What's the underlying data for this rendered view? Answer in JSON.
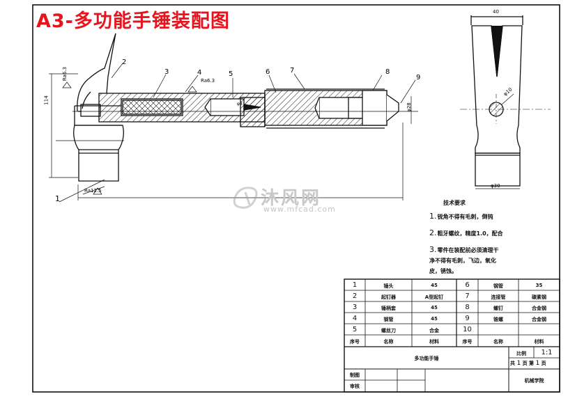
{
  "drawing": {
    "title": "A3-多功能手锤装配图",
    "balloons": [
      "1",
      "2",
      "3",
      "4",
      "5",
      "6",
      "7",
      "8",
      "9"
    ],
    "dimensions": {
      "width_top": "40",
      "height": "114",
      "diameter_bore": "φ10",
      "diameter_bottom": "φ30",
      "diameter_tip": "φ28",
      "roughness_1": "Ra6.3",
      "roughness_2": "Ra6.3",
      "roughness_3": "Ra12.5",
      "small_dim": "φ8"
    }
  },
  "watermark": {
    "brand": "沐风网",
    "url": "www.mfcad.com"
  },
  "requirements": {
    "title": "技术要求",
    "items": [
      {
        "num": "1.",
        "text": "锐角不得有毛刺，倒钝"
      },
      {
        "num": "2.",
        "text": "粗牙螺纹，精度1.0，配合"
      },
      {
        "num": "3.",
        "text": "零件在装配前必须清理干"
      },
      {
        "num": "",
        "text": "净不得有毛刺，飞边，氧化"
      },
      {
        "num": "",
        "text": "皮，锈蚀。"
      }
    ]
  },
  "parts_table": {
    "rows": [
      {
        "no": "1",
        "name": "锤头",
        "code": "45",
        "no2": "6",
        "name2": "钢管",
        "mat2": "35"
      },
      {
        "no": "2",
        "name": "起钉器",
        "code": "A型起钉",
        "no2": "7",
        "name2": "连接管",
        "mat2": "碳素钢"
      },
      {
        "no": "3",
        "name": "锤柄套",
        "code": "45",
        "no2": "8",
        "name2": "螺钉",
        "mat2": "合金钢"
      },
      {
        "no": "4",
        "name": "钢管",
        "code": "45",
        "no2": "9",
        "name2": "锥螺",
        "mat2": "合金钢"
      },
      {
        "no": "5",
        "name": "螺丝刀",
        "code": "合金",
        "no2": "10",
        "name2": "",
        "mat2": ""
      }
    ],
    "header": {
      "seq": "序号",
      "name": "名称",
      "material": "材料",
      "seq2": "序号",
      "name2": "名称",
      "material2": "材料"
    }
  },
  "title_block": {
    "drawing_name": "多功能手锤",
    "scale_label": "比例",
    "scale": "1:1",
    "sheet_total_prefix": "共",
    "sheet_total": "1",
    "sheet_unit": "页",
    "sheet_no_prefix": "第",
    "sheet_no": "1",
    "sheet_no_unit": "页",
    "drawn": "制图",
    "checked": "审核",
    "school": "机械学院"
  }
}
